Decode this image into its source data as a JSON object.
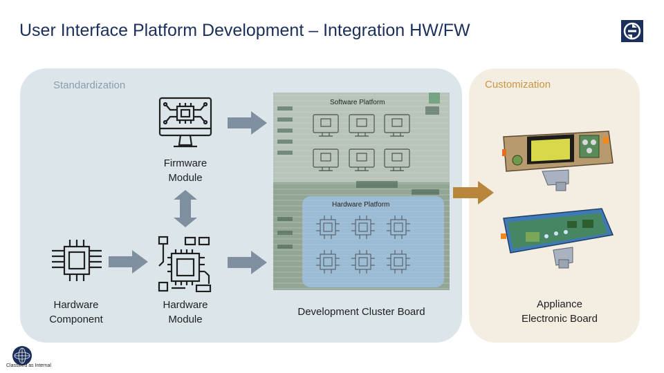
{
  "slide": {
    "title": "User Interface Platform Development – Integration HW/FW"
  },
  "sections": {
    "standardization": "Standardization",
    "customization": "Customization"
  },
  "nodes": {
    "firmware_module": [
      "Firmware",
      "Module"
    ],
    "hardware_component": [
      "Hardware",
      "Component"
    ],
    "hardware_module": [
      "Hardware",
      "Module"
    ],
    "development_board": "Development Cluster Board",
    "appliance_board": [
      "Appliance",
      "Electronic Board"
    ]
  },
  "board": {
    "software_platform": "Software Platform",
    "hardware_platform": "Hardware Platform"
  },
  "footer": {
    "classification": "Classified as Internal"
  },
  "icons": {
    "brand": "electrolux-logo-icon",
    "firmware": "monitor-chip-icon",
    "hardware_component": "chip-icon",
    "hardware_module": "circuit-module-icon",
    "classification": "globe-logo-icon"
  },
  "colors": {
    "title": "#1a2f5c",
    "standardization_panel": "#dce6ea",
    "customization_panel": "#f4ede1",
    "standardization_label": "#8a9cad",
    "customization_label": "#c9963f",
    "arrow_standard": "#7f8fa0",
    "arrow_custom": "#b8863a",
    "hardware_platform_overlay": "#9fc3e8"
  }
}
